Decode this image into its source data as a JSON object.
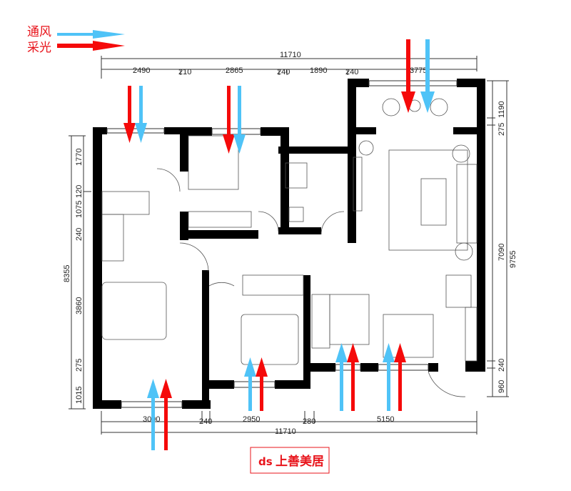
{
  "legend": [
    {
      "label": "通风",
      "color": "#4fc3f7"
    },
    {
      "label": "采光",
      "color": "#f50a0a"
    }
  ],
  "dimensions": {
    "top_total": "11710",
    "top": [
      "2490",
      "210",
      "2865",
      "240",
      "1890",
      "240",
      "3775"
    ],
    "bottom": [
      "3090",
      "240",
      "2950",
      "280",
      "5150"
    ],
    "bottom_total": "11710",
    "left": [
      "1770",
      "120",
      "1075",
      "240",
      "3860",
      "275",
      "1015"
    ],
    "left_total": "8355",
    "right": [
      "1190",
      "275",
      "7090",
      "240",
      "960"
    ],
    "right_total": "9755"
  },
  "logo": {
    "text": "上善美居",
    "mark": "ds"
  },
  "colors": {
    "wall": "#000000",
    "ventilation": "#4fc3f7",
    "daylight": "#f50a0a"
  }
}
